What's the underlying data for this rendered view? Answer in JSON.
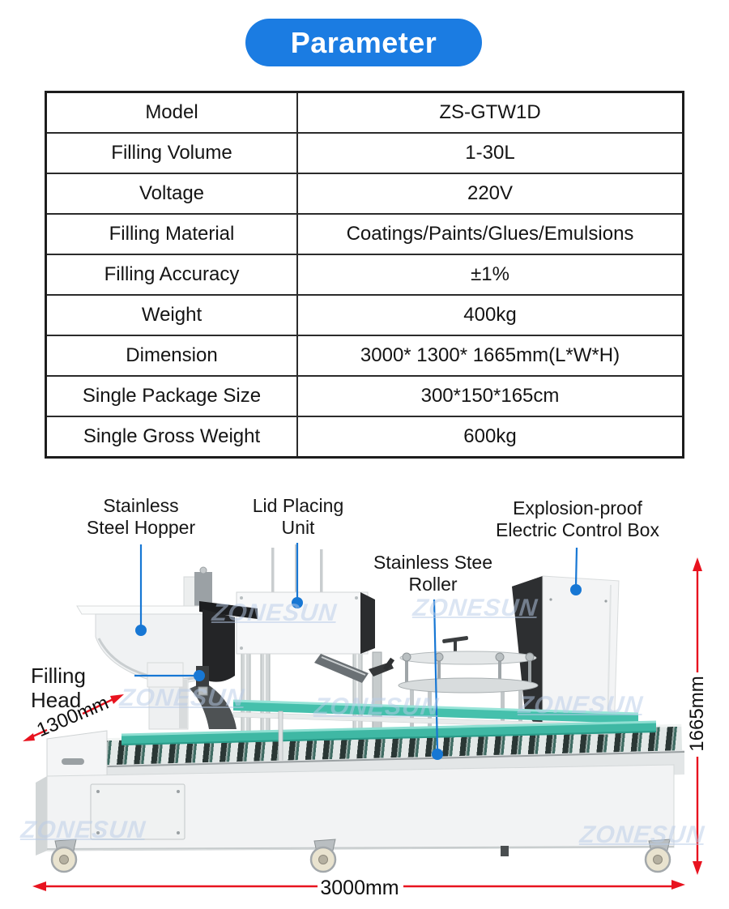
{
  "header": {
    "title": "Parameter"
  },
  "spec_table": {
    "rows": [
      {
        "label": "Model",
        "value": "ZS-GTW1D"
      },
      {
        "label": "Filling Volume",
        "value": "1-30L"
      },
      {
        "label": "Voltage",
        "value": "220V"
      },
      {
        "label": "Filling Material",
        "value": "Coatings/Paints/Glues/Emulsions"
      },
      {
        "label": "Filling Accuracy",
        "value": "±1%"
      },
      {
        "label": "Weight",
        "value": "400kg"
      },
      {
        "label": "Dimension",
        "value": "3000* 1300* 1665mm(L*W*H)"
      },
      {
        "label": "Single Package Size",
        "value": "300*150*165cm"
      },
      {
        "label": "Single Gross Weight",
        "value": "600kg"
      }
    ]
  },
  "figure": {
    "labels": {
      "hopper": "Stainless\nSteel Hopper",
      "lid_unit": "Lid Placing\nUnit",
      "control_box": "Explosion-proof\nElectric Control Box",
      "roller": "Stainless Stee\nRoller",
      "filling_head": "Filling Head"
    },
    "dimensions": {
      "depth": "1300mm",
      "height": "1665mm",
      "length": "3000mm"
    },
    "watermark_text": "ZONESUN"
  },
  "colors": {
    "header_blue": "#1b7ce2",
    "leader_blue": "#1777d4",
    "dimension_red": "#e8131f",
    "rail_teal": "#45c0ac"
  }
}
